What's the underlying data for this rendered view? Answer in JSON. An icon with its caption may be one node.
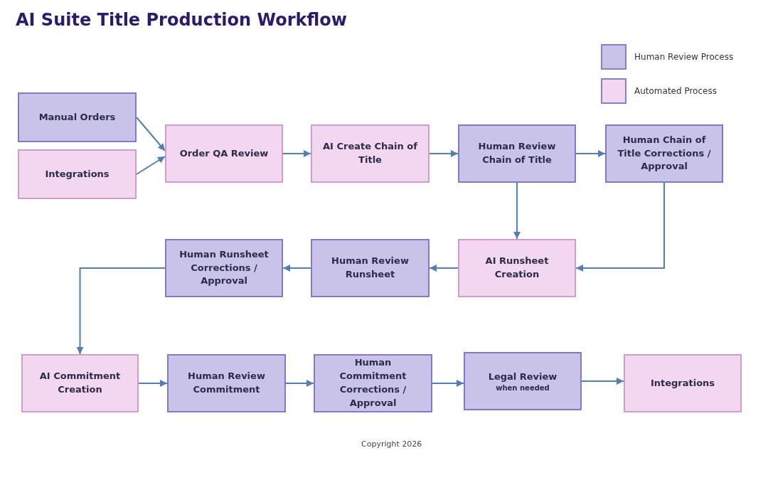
{
  "diagram": {
    "title": "AI Suite Title Production Workflow",
    "nodes": [
      {
        "text": [
          "Manual Orders"
        ]
      },
      {
        "text": [
          "Integrations"
        ]
      },
      {
        "text": [
          "Order QA Review"
        ]
      },
      {
        "text": [
          "AI Create Chain of Title"
        ]
      },
      {
        "text": [
          "Human Review Chain of Title"
        ]
      },
      {
        "text": [
          "Human Chain of Title Corrections / Approval"
        ]
      },
      {
        "text": [
          "AI Runsheet Creation"
        ]
      },
      {
        "text": [
          "Human Review Runsheet"
        ]
      },
      {
        "text": [
          "Human Runsheet Corrections / Approval"
        ]
      },
      {
        "text": [
          "AI Commitment Creation"
        ]
      },
      {
        "text": [
          "Human Review Commitment"
        ]
      },
      {
        "text": [
          "Human Commitment Corrections / Approval"
        ]
      },
      {
        "text": [
          "Legal Review",
          "when needed"
        ]
      },
      {
        "text": [
          "Integrations"
        ]
      }
    ],
    "edges": [
      {
        "from": 0,
        "to": 2,
        "arrow": "to"
      },
      {
        "from": 1,
        "to": 2,
        "arrow": "to"
      },
      {
        "from": 2,
        "to": 3,
        "arrow": "to"
      },
      {
        "from": 3,
        "to": 4,
        "arrow": "to"
      },
      {
        "from": 4,
        "to": 5,
        "arrow": "to"
      },
      {
        "from": 4,
        "to": 6,
        "arrow": "to"
      },
      {
        "from": 5,
        "to": 6,
        "arrow": "to"
      },
      {
        "from": 6,
        "to": 7,
        "arrow": "to"
      },
      {
        "from": 7,
        "to": 8,
        "arrow": "to"
      },
      {
        "from": 8,
        "to": 9,
        "arrow": "to"
      },
      {
        "from": 9,
        "to": 10,
        "arrow": "to"
      },
      {
        "from": 10,
        "to": 11,
        "arrow": "to"
      },
      {
        "from": 11,
        "to": 12,
        "arrow": "to"
      },
      {
        "from": 12,
        "to": 13,
        "arrow": "to"
      }
    ],
    "labels": [
      "Copyright 2026"
    ],
    "legend": [
      {
        "text": "Human Review Process",
        "color": "#c9c3ea"
      },
      {
        "text": "Automated Process",
        "color": "#f3d6f0"
      }
    ]
  }
}
